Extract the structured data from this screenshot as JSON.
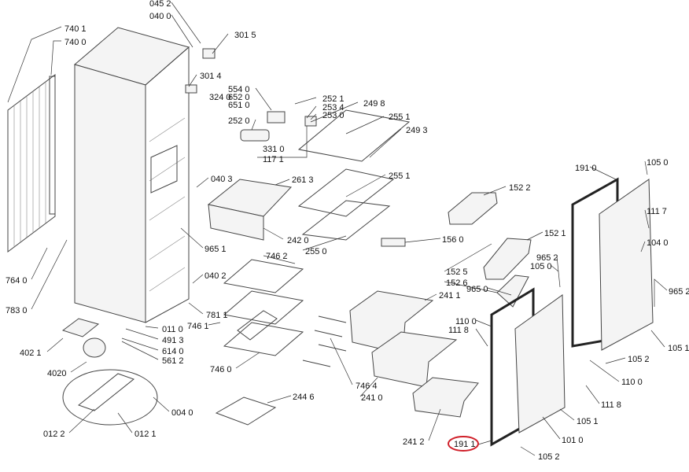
{
  "labels": [
    "045 2",
    "040 0",
    "740 1",
    "740 0",
    "301 5",
    "301 4",
    "324 0",
    "554 0",
    "652 0",
    "651 0",
    "252 1",
    "253 4",
    "253 0",
    "252 0",
    "249 8",
    "255 1",
    "249 3",
    "331 0",
    "117 1",
    "040 3",
    "261 3",
    "255 1",
    "152 2",
    "191 0",
    "105 0",
    "111 7",
    "104 0",
    "242 0",
    "255 0",
    "156 0",
    "152 1",
    "965 1",
    "746 2",
    "965 2",
    "105 0",
    "152 5",
    "152 6",
    "965 2",
    "040 2",
    "241 1",
    "965 0",
    "110 0",
    "111 8",
    "764 0",
    "783 0",
    "781 1",
    "746 1",
    "011 0",
    "491 3",
    "614 0",
    "561 2",
    "402 1",
    "105 1",
    "105 2",
    "110 0",
    "111 8",
    "4020",
    "746 0",
    "746 4",
    "241 0",
    "244 6",
    "004 0",
    "105 1",
    "012 2",
    "012 1",
    "241 2",
    "191 1",
    "101 0",
    "105 2"
  ],
  "highlighted_label": "191 1",
  "highlight_color": "#d0202a"
}
